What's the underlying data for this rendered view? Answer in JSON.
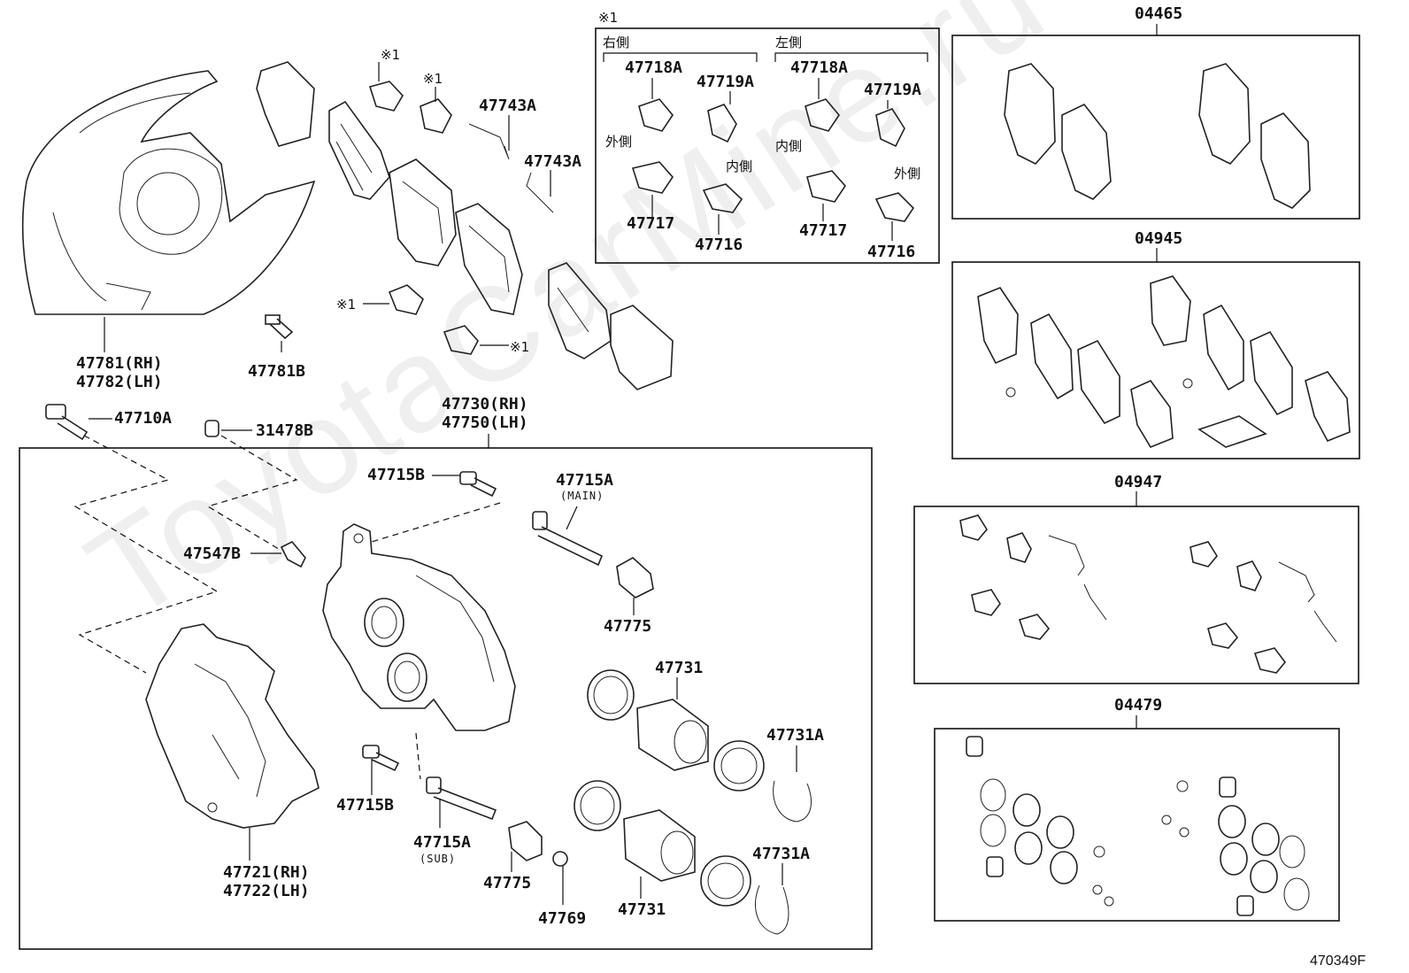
{
  "watermark": "ToyotaCarMine.ru",
  "diagram_code": "470349F",
  "labels": {
    "p47781": "47781(RH)",
    "p47782": "47782(LH)",
    "p47781b": "47781B",
    "p47743a_1": "47743A",
    "p47743a_2": "47743A",
    "mark_1": "※1",
    "mark_2": "※1",
    "mark_3": "※1",
    "mark_4": "※1",
    "p47710a": "47710A",
    "p31478b": "31478B",
    "p47730": "47730(RH)",
    "p47750": "47750(LH)",
    "p47715b_1": "47715B",
    "p47715a_main": "47715A",
    "main_tag": "(MAIN)",
    "p47547b": "47547B",
    "p47775_1": "47775",
    "p47731_1": "47731",
    "p47731a_1": "47731A",
    "p47715b_2": "47715B",
    "p47715a_sub": "47715A",
    "sub_tag": "(SUB)",
    "p47775_2": "47775",
    "p47769": "47769",
    "p47731_2": "47731",
    "p47731a_2": "47731A",
    "p47721": "47721(RH)",
    "p47722": "47722(LH)"
  },
  "inset": {
    "mark": "※1",
    "right_side": "右側",
    "left_side": "左側",
    "r47718a": "47718A",
    "r47719a": "47719A",
    "outer_r": "外側",
    "inner_r": "内側",
    "r47717": "47717",
    "r47716": "47716",
    "l47718a": "47718A",
    "l47719a": "47719A",
    "inner_l": "内側",
    "outer_l": "外側",
    "l47717": "47717",
    "l47716": "47716"
  },
  "kits": [
    {
      "code": "04465"
    },
    {
      "code": "04945"
    },
    {
      "code": "04947"
    },
    {
      "code": "04479"
    }
  ]
}
